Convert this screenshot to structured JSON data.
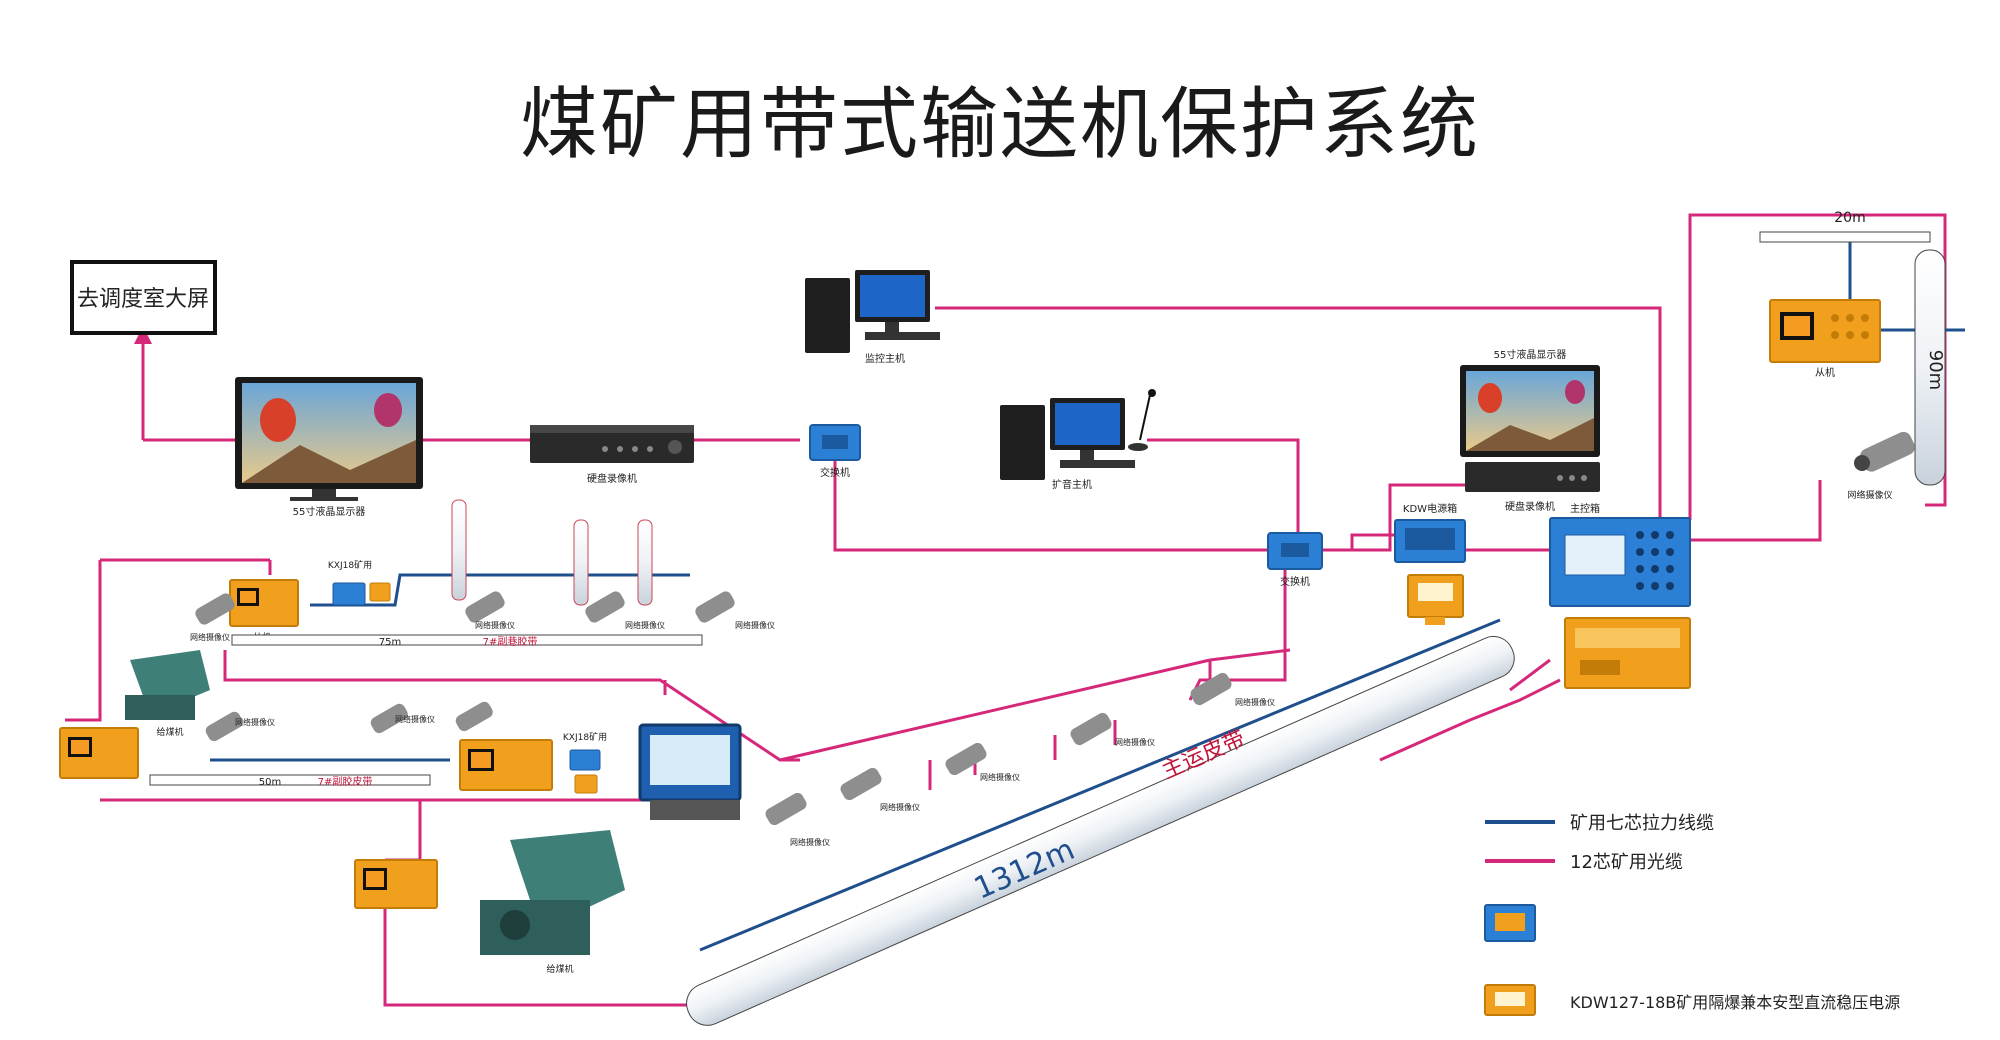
{
  "title": "煤矿用带式输送机保护系统",
  "screen_box_label": "去调度室大屏",
  "labels": {
    "tv_left": "55寸液晶显示器",
    "dvr_left": "硬盘录像机",
    "switch_left": "交换机",
    "pc_monitor": "监控主机",
    "pc_broadcast": "扩音主机",
    "tv_right": "55寸液晶显示器",
    "dvr_right": "硬盘录像机",
    "switch_right": "交换机",
    "kdw_box": "KDW电源箱",
    "main_control": "主控箱",
    "slave": "从机",
    "cam": "网络摄像仪",
    "kx_top": "KXJ18矿用",
    "kx_mid": "KXJ18矿用",
    "len_top": "20m",
    "len_right": "90m",
    "len_mid_top": "75m",
    "belt_top": "7#副巷胶带",
    "len_mid": "50m",
    "belt_mid": "7#副胶皮带",
    "belt_main": "主运皮带",
    "length_main": "1312m",
    "machine": "给煤机"
  },
  "legend": {
    "blue_line": "矿用七芯拉力线缆",
    "pink_line": "12芯矿用光缆",
    "psu": "KDW127-18B矿用隔爆兼本安型直流稳压电源"
  },
  "colors": {
    "pink": "#d6287a",
    "blue": "#1f4f8c",
    "orange": "#f0a01c",
    "device_blue": "#2b7fd4",
    "cyan": "#36b6e6"
  }
}
